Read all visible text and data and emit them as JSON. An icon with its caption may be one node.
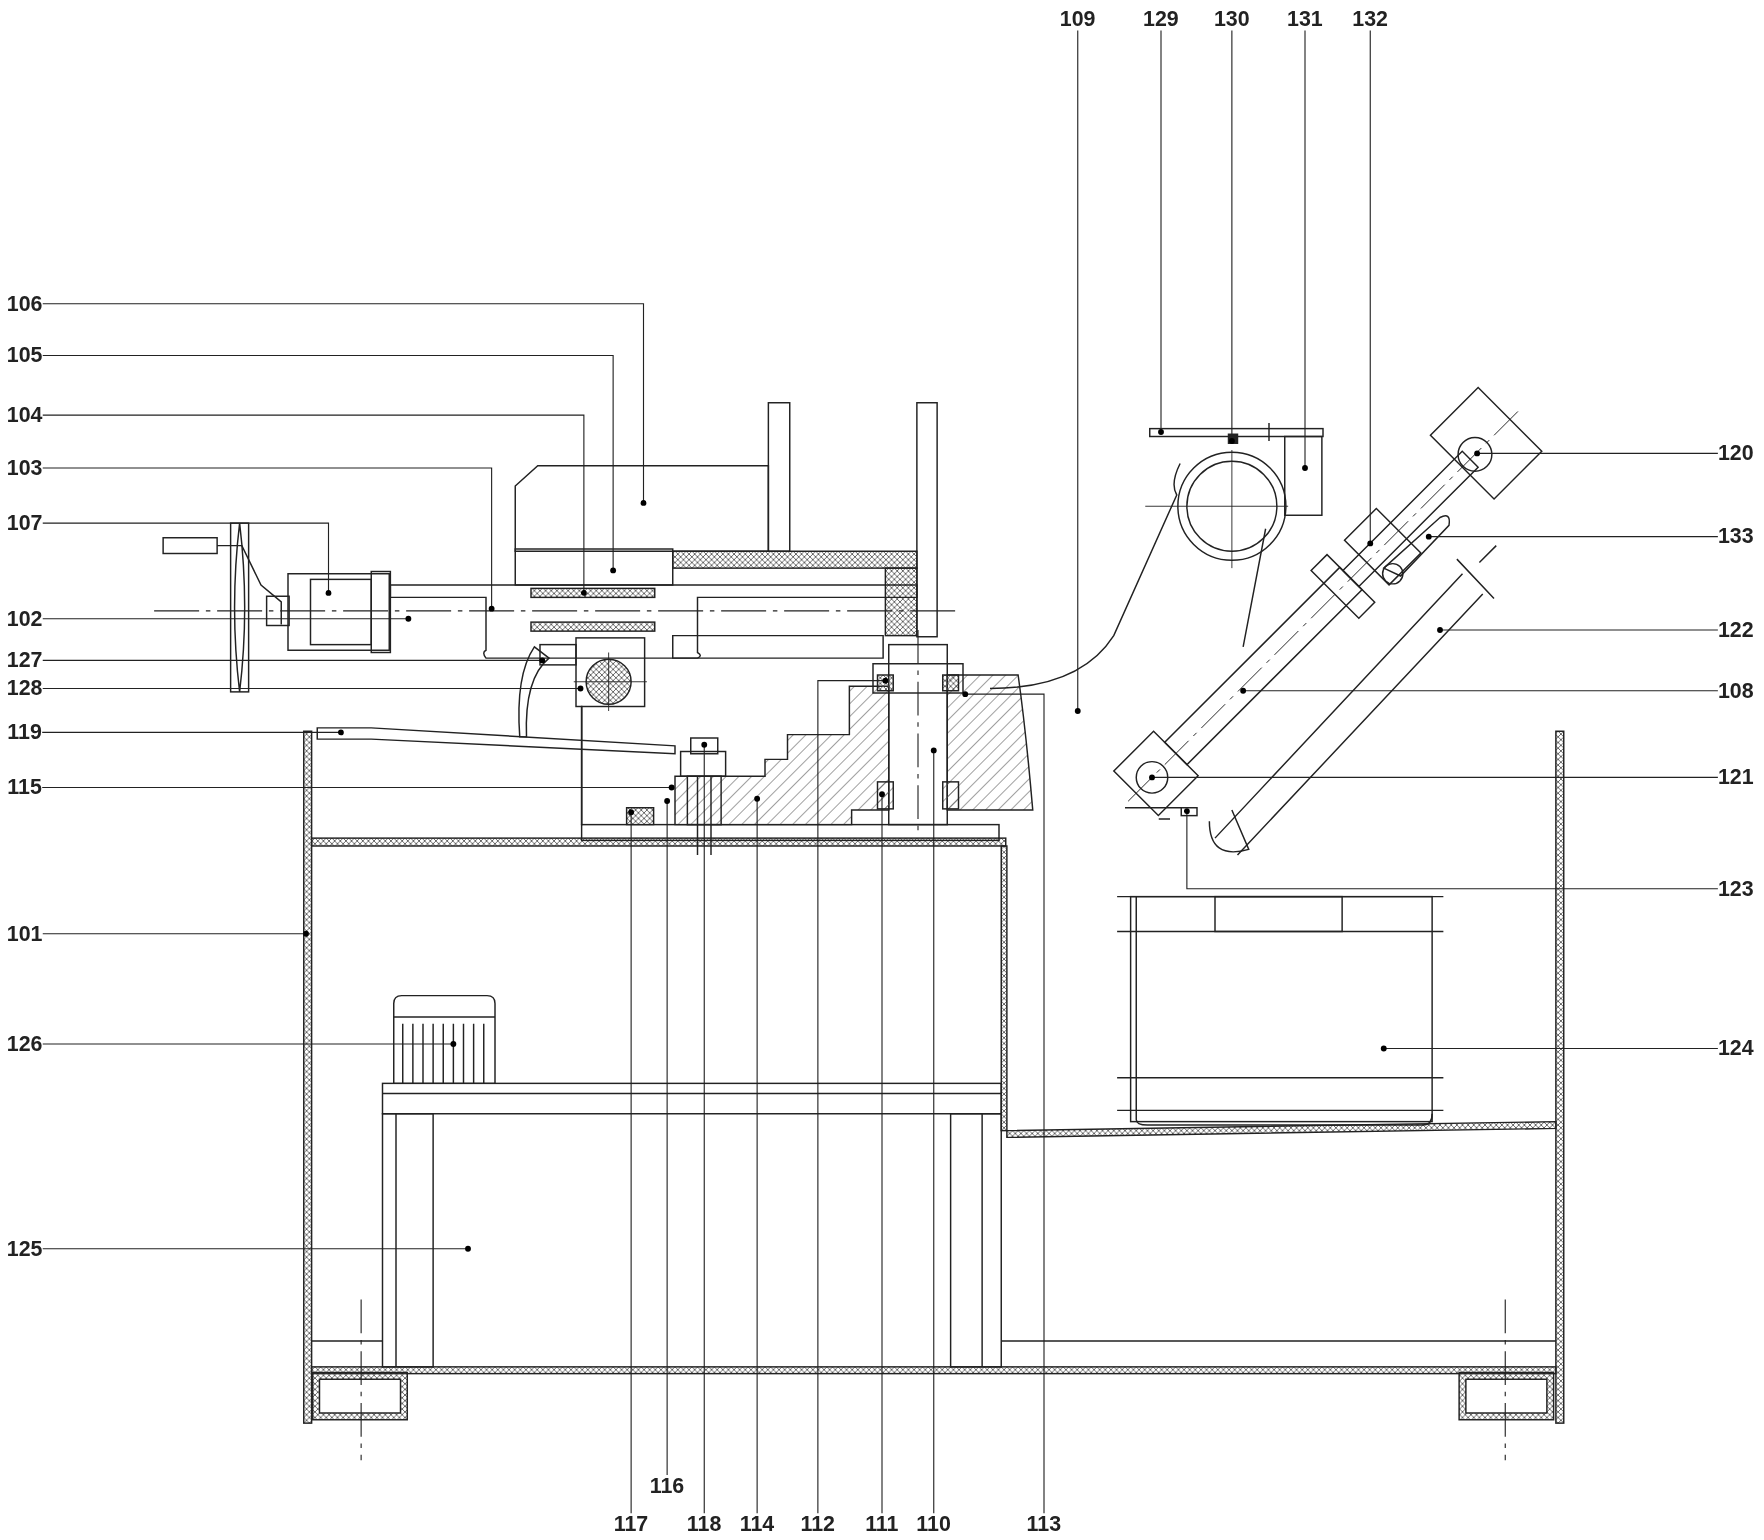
{
  "diagram": {
    "nodes": [
      {
        "text": [
          "109"
        ]
      },
      {
        "text": [
          "129"
        ]
      },
      {
        "text": [
          "130"
        ]
      },
      {
        "text": [
          "131"
        ]
      },
      {
        "text": [
          "132"
        ]
      },
      {
        "text": [
          "106"
        ]
      },
      {
        "text": [
          "105"
        ]
      },
      {
        "text": [
          "104"
        ]
      },
      {
        "text": [
          "120"
        ]
      },
      {
        "text": [
          "103"
        ]
      },
      {
        "text": [
          "107"
        ]
      },
      {
        "text": [
          "133"
        ]
      },
      {
        "text": [
          "102"
        ]
      },
      {
        "text": [
          "122"
        ]
      },
      {
        "text": [
          "127"
        ]
      },
      {
        "text": [
          "128"
        ]
      },
      {
        "text": [
          "108"
        ]
      },
      {
        "text": [
          "119"
        ]
      },
      {
        "text": [
          "121"
        ]
      },
      {
        "text": [
          "115"
        ]
      },
      {
        "text": [
          "123"
        ]
      },
      {
        "text": [
          "101"
        ]
      },
      {
        "text": [
          "126"
        ]
      },
      {
        "text": [
          "124"
        ]
      },
      {
        "text": [
          "125"
        ]
      },
      {
        "text": [
          "116"
        ]
      },
      {
        "text": [
          "117"
        ]
      },
      {
        "text": [
          "118"
        ]
      },
      {
        "text": [
          "114"
        ]
      },
      {
        "text": [
          "112"
        ]
      },
      {
        "text": [
          "111"
        ]
      },
      {
        "text": [
          "110"
        ]
      },
      {
        "text": [
          "113"
        ]
      }
    ],
    "edges": [
      {
        "from": 0,
        "to": null,
        "arrow": "other"
      },
      {
        "from": 1,
        "to": null,
        "arrow": "other"
      },
      {
        "from": 2,
        "to": null,
        "arrow": "other"
      },
      {
        "from": 3,
        "to": null,
        "arrow": "other"
      },
      {
        "from": 4,
        "to": null,
        "arrow": "other"
      },
      {
        "from": 5,
        "to": null,
        "arrow": "other"
      },
      {
        "from": 6,
        "to": null,
        "arrow": "other"
      },
      {
        "from": 7,
        "to": null,
        "arrow": "other"
      },
      {
        "from": 8,
        "to": null,
        "arrow": "other"
      },
      {
        "from": 9,
        "to": null,
        "arrow": "other"
      },
      {
        "from": 10,
        "to": null,
        "arrow": "other"
      },
      {
        "from": 11,
        "to": null,
        "arrow": "other"
      },
      {
        "from": 12,
        "to": null,
        "arrow": "other"
      },
      {
        "from": 13,
        "to": null,
        "arrow": "other"
      },
      {
        "from": 14,
        "to": null,
        "arrow": "other"
      },
      {
        "from": 15,
        "to": null,
        "arrow": "other"
      },
      {
        "from": 16,
        "to": null,
        "arrow": "other"
      },
      {
        "from": 17,
        "to": null,
        "arrow": "other"
      },
      {
        "from": 18,
        "to": null,
        "arrow": "other"
      },
      {
        "from": 19,
        "to": null,
        "arrow": "other"
      },
      {
        "from": 20,
        "to": null,
        "arrow": "other"
      },
      {
        "from": 21,
        "to": null,
        "arrow": "other"
      },
      {
        "from": 22,
        "to": null,
        "arrow": "other"
      },
      {
        "from": 23,
        "to": null,
        "arrow": "other"
      },
      {
        "from": 24,
        "to": null,
        "arrow": "other"
      },
      {
        "from": 25,
        "to": null,
        "arrow": "other"
      },
      {
        "from": 26,
        "to": null,
        "arrow": "other"
      },
      {
        "from": 27,
        "to": null,
        "arrow": "other"
      },
      {
        "from": 28,
        "to": null,
        "arrow": "other"
      },
      {
        "from": 29,
        "to": null,
        "arrow": "other"
      },
      {
        "from": 30,
        "to": null,
        "arrow": "other"
      },
      {
        "from": 31,
        "to": null,
        "arrow": "other"
      },
      {
        "from": 32,
        "to": null,
        "arrow": "other"
      }
    ]
  }
}
